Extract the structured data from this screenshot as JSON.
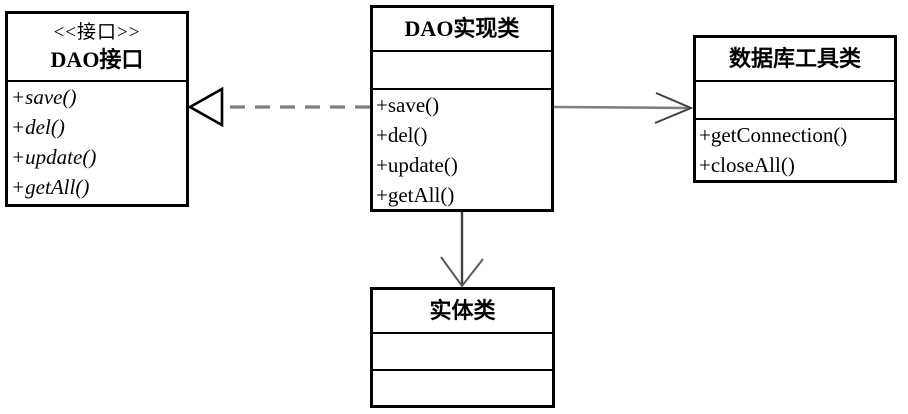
{
  "diagram": {
    "kind": "uml-class-diagram",
    "background_color": "#ffffff",
    "box_border_color": "#000000",
    "connector_gray": "#7f7f7f",
    "arrowhead_dark": "#3f3f3f",
    "classes": {
      "dao_interface": {
        "stereotype": "<<接口>>",
        "name": "DAO接口",
        "methods": [
          "+save()",
          "+del()",
          "+update()",
          "+getAll()"
        ]
      },
      "dao_impl": {
        "name": "DAO实现类",
        "methods": [
          "+save()",
          "+del()",
          "+update()",
          "+getAll()"
        ]
      },
      "db_utility": {
        "name": "数据库工具类",
        "methods": [
          "+getConnection()",
          "+closeAll()"
        ]
      },
      "entity": {
        "name": "实体类",
        "methods": []
      }
    },
    "relations": [
      {
        "type": "realization",
        "from": "DAO实现类",
        "to": "DAO接口",
        "line": "dashed",
        "arrowhead": "hollow-triangle"
      },
      {
        "type": "dependency",
        "from": "DAO实现类",
        "to": "数据库工具类",
        "line": "solid",
        "arrowhead": "open"
      },
      {
        "type": "dependency",
        "from": "DAO实现类",
        "to": "实体类",
        "line": "solid",
        "arrowhead": "open"
      }
    ]
  }
}
